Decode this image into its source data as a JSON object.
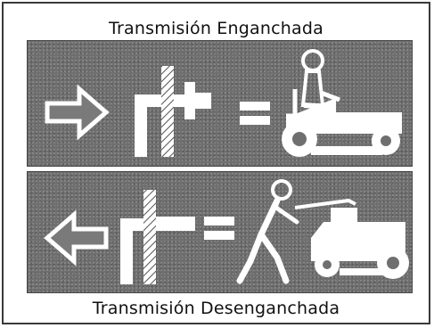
{
  "diagram": {
    "engaged_caption": "Transmisión Enganchada",
    "disengaged_caption": "Transmisión Desenganchada",
    "panel_color": "#6f6f6f",
    "figure_color": "#ffffff",
    "arrow_direction_engaged": "right",
    "arrow_direction_disengaged": "left",
    "engaged_icons": [
      "arrow-right-icon",
      "gear-engaged-icon",
      "equals-icon",
      "rider-on-tractor-icon"
    ],
    "disengaged_icons": [
      "arrow-left-icon",
      "gear-disengaged-icon",
      "equals-icon",
      "person-pushing-tractor-icon"
    ]
  }
}
